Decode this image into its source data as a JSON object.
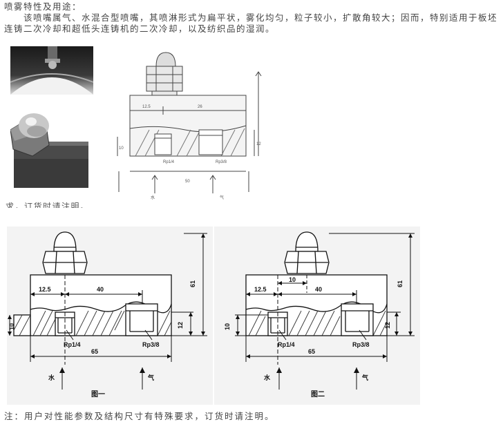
{
  "intro": {
    "heading": "喷雾特性及用途：",
    "body": "该喷嘴属气、水混合型喷嘴，其喷淋形式为扁平状，雾化均匀，粒子较小，扩散角较大；因而，特别适用于板坯连铸二次冷却和超低头连铸机的二次冷却，以及纺织品的湿润。"
  },
  "top_drawing": {
    "dim_left": "12.5",
    "dim_mid": "26",
    "dim_side_left": "10",
    "dim_side_right": "12",
    "thread_small": "Rp1/4",
    "thread_large": "Rp3/8",
    "dim_total": "50",
    "label_water": "水",
    "label_air": "气"
  },
  "cut_caption": "求，订货时请注明。",
  "figure1": {
    "caption": "图一",
    "dim_12_5": "12.5",
    "dim_40": "40",
    "dim_61": "61",
    "dim_10": "10",
    "dim_12": "12",
    "thread_small": "Rp1/4",
    "thread_large": "Rp3/8",
    "dim_65": "65",
    "label_water": "水",
    "label_air": "气"
  },
  "figure2": {
    "caption": "图二",
    "dim_12_5": "12.5",
    "dim_10_top": "10",
    "dim_40": "40",
    "dim_61": "61",
    "dim_10": "10",
    "dim_12": "12",
    "thread_small": "Rp1/4",
    "thread_large": "Rp3/8",
    "dim_65": "65",
    "label_water": "水",
    "label_air": "气"
  },
  "footnote": "注：用户对性能参数及结构尺寸有特殊要求，订货时请注明。"
}
